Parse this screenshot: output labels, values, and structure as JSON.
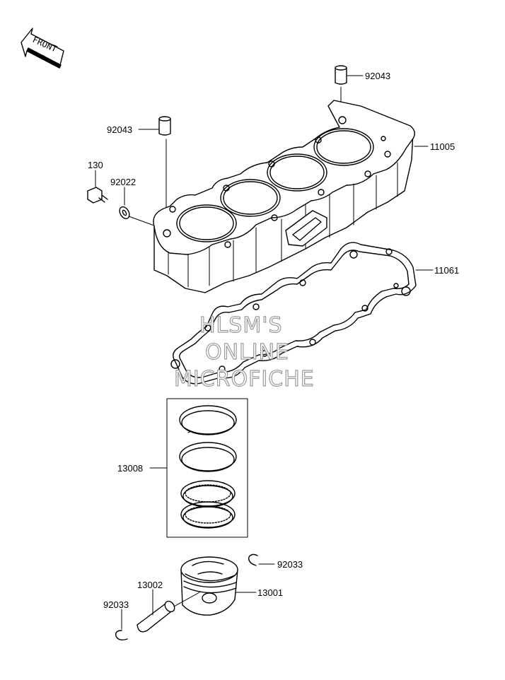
{
  "front_label": "FRONT",
  "watermark": [
    "HLSM'S",
    "ONLINE",
    "MICROFICHE"
  ],
  "parts": {
    "dowel_top": "92043",
    "dowel_left": "92043",
    "cylinder": "11005",
    "bolt": "130",
    "washer": "92022",
    "gasket": "11061",
    "ring_set": "13008",
    "circlip_right": "92033",
    "piston": "13001",
    "piston_pin": "13002",
    "circlip_left": "92033"
  }
}
